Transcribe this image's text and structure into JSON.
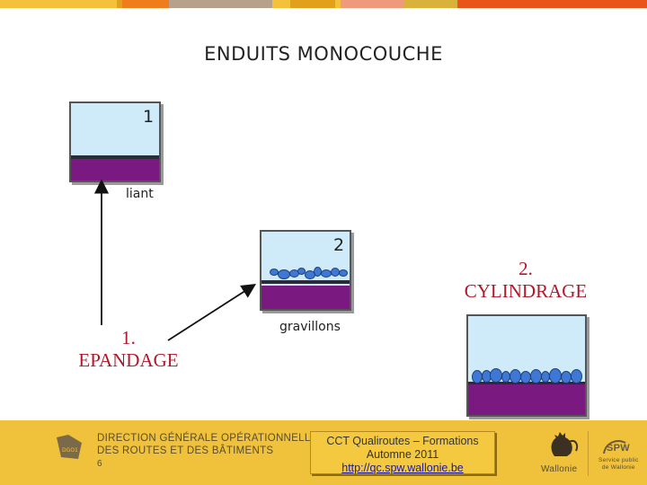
{
  "topbar_colors": [
    "#f3c13a",
    "#f3c13a",
    "#e2a11a",
    "#ef7d1a",
    "#b7a08c",
    "#b7a08c",
    "#f3c13a",
    "#e2a11a",
    "#f3c13a",
    "#ef9a7a",
    "#d8b23a",
    "#e8541a"
  ],
  "title": "ENDUITS MONOCOUCHE",
  "diagram": {
    "step1_number": "1",
    "step2_number": "2",
    "liant_label": "liant",
    "gravillons_label": "gravillons",
    "epandage_label_line1": "1.",
    "epandage_label_line2": "EPANDAGE",
    "cylindrage_label_line1": "2.",
    "cylindrage_label_line2": "CYLINDRAGE",
    "colors": {
      "sky": "#cfeaf8",
      "binder": "#7a1a80",
      "stone": "#3f78d4",
      "label_red": "#b0182a"
    }
  },
  "footer": {
    "background": "#f0c23c",
    "dg_line1": "DIRECTION GÉNÉRALE OPÉRATIONNELLE",
    "dg_line2": "DES ROUTES ET DES BÂTIMENTS",
    "page_number": "6",
    "note_line1": "CCT Qualiroutes – Formations",
    "note_line2": "Automne 2011",
    "note_link": "http://qc.spw.wallonie.be",
    "wallonie_text": "Wallonie",
    "spw_text": "SPW",
    "spw_sub1": "Service public",
    "spw_sub2": "de Wallonie",
    "dgo_text": "DGO1"
  }
}
